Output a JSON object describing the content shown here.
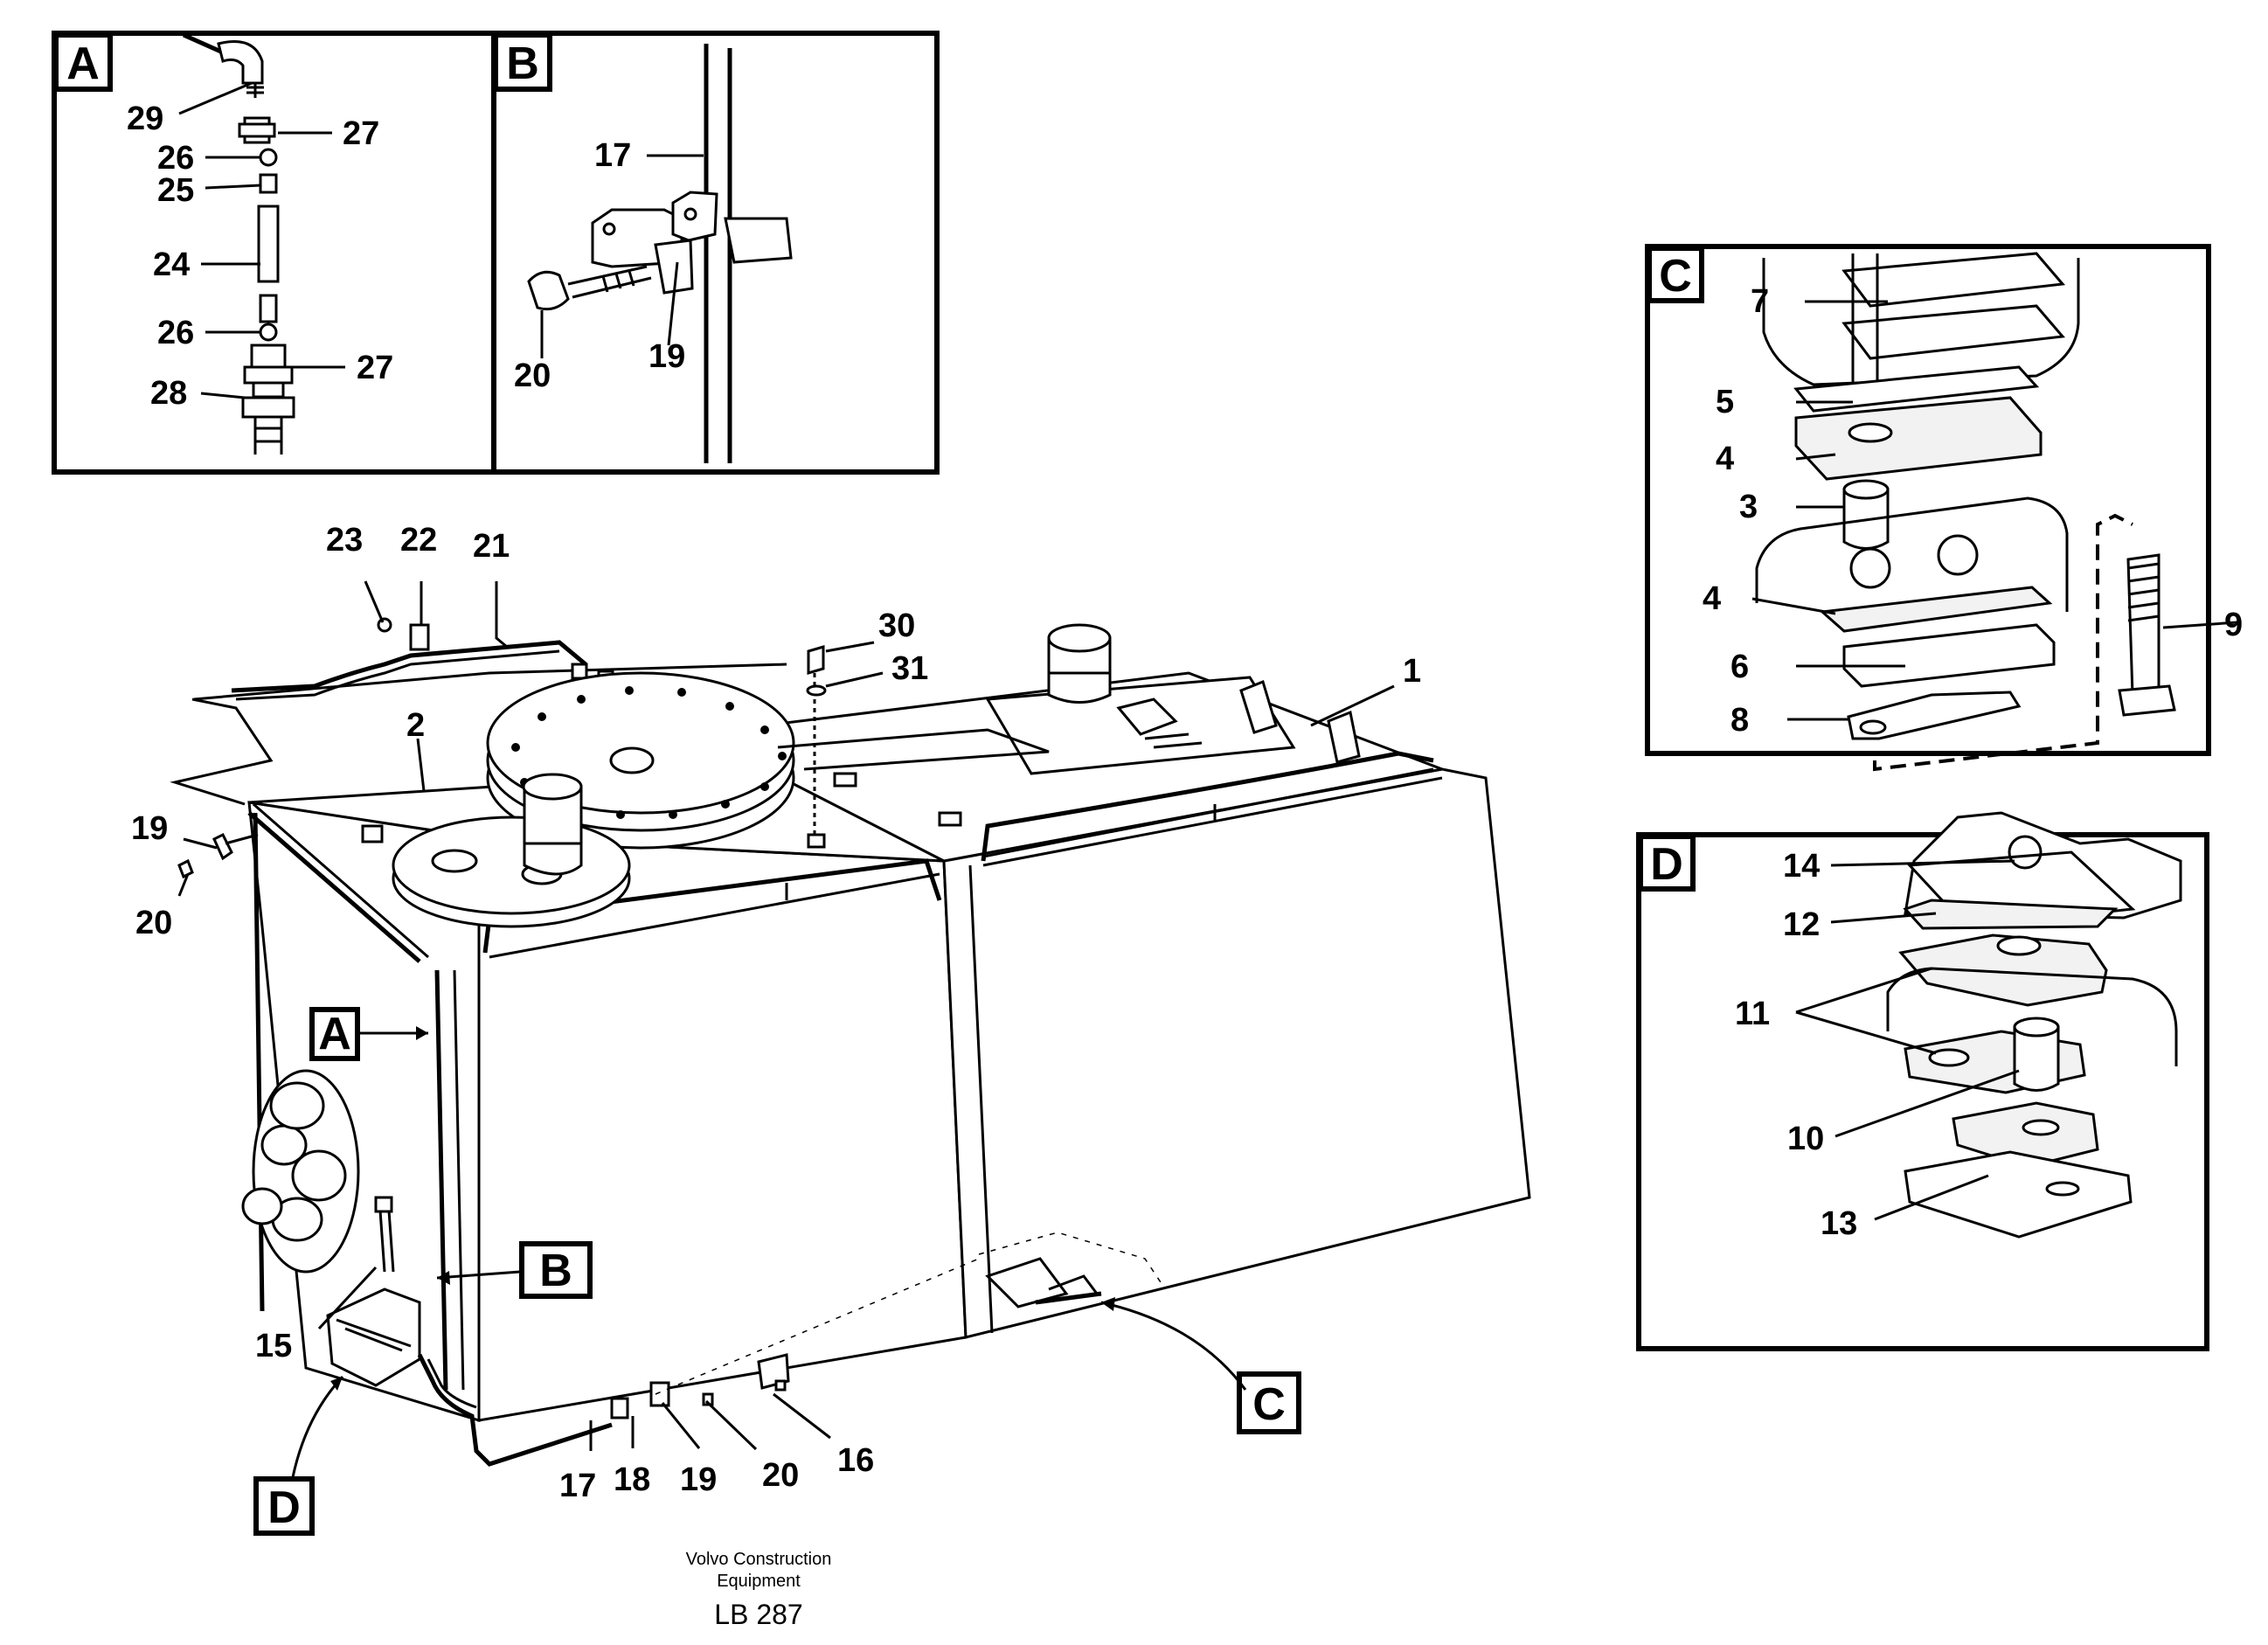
{
  "callouts": {
    "A": "A",
    "B": "B",
    "C": "C",
    "D": "D"
  },
  "detail_a": {
    "labels": [
      "29",
      "27",
      "26",
      "25",
      "24",
      "26",
      "27",
      "28"
    ]
  },
  "detail_b": {
    "labels": [
      "17",
      "20",
      "19"
    ]
  },
  "detail_c": {
    "labels": [
      "7",
      "5",
      "4",
      "3",
      "4",
      "6",
      "8",
      "9"
    ]
  },
  "detail_d": {
    "labels": [
      "14",
      "12",
      "11",
      "10",
      "13"
    ]
  },
  "main": {
    "labels": [
      "23",
      "22",
      "21",
      "30",
      "31",
      "1",
      "2",
      "19",
      "20",
      "15",
      "17",
      "18",
      "19",
      "20",
      "16"
    ]
  },
  "footer": {
    "line1": "Volvo Construction",
    "line2": "Equipment",
    "code": "LB 287"
  }
}
